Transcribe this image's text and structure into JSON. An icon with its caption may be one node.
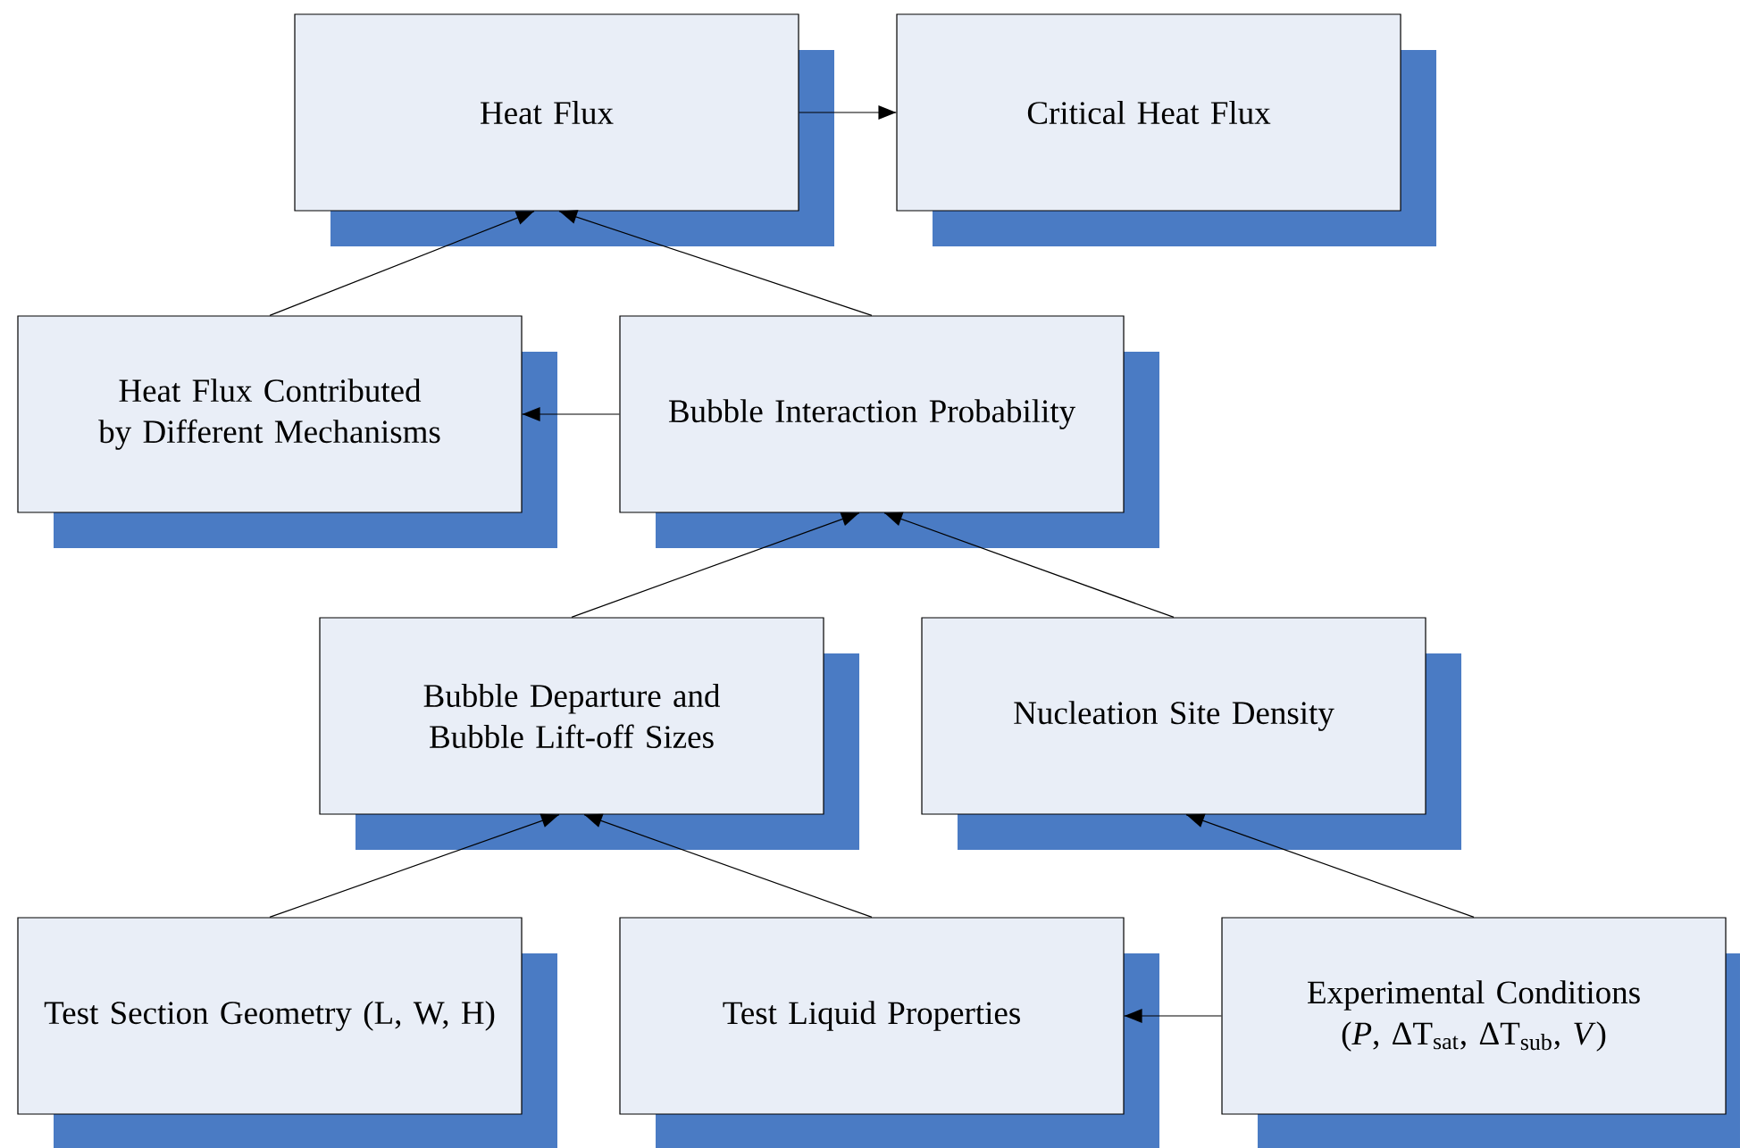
{
  "diagram": {
    "nodes": [
      {
        "text": [
          "Heat Flux"
        ]
      },
      {
        "text": [
          "Critical Heat Flux"
        ]
      },
      {
        "text": [
          "Heat Flux Contributed by Different Mechanisms"
        ]
      },
      {
        "text": [
          "Bubble Interaction Probability"
        ]
      },
      {
        "text": [
          "Bubble Departure and Bubble Lift-off Sizes"
        ]
      },
      {
        "text": [
          "Nucleation Site Density"
        ]
      },
      {
        "text": [
          "Test Section Geometry (L, W, H)"
        ]
      },
      {
        "text": [
          "Test Liquid Properties"
        ]
      },
      {
        "text": [
          "Experimental Conditions (*P*, ΔT$_{sat}$, ΔT$_{sub}$, *V*)"
        ]
      }
    ],
    "edges": [
      {
        "from": 0,
        "to": 1,
        "arrow": "to"
      },
      {
        "from": 2,
        "to": 0,
        "arrow": "to"
      },
      {
        "from": 3,
        "to": 0,
        "arrow": "to"
      },
      {
        "from": 3,
        "to": 2,
        "arrow": "to"
      },
      {
        "from": 4,
        "to": 3,
        "arrow": "to"
      },
      {
        "from": 5,
        "to": 3,
        "arrow": "to"
      },
      {
        "from": 6,
        "to": 4,
        "arrow": "to"
      },
      {
        "from": 7,
        "to": 4,
        "arrow": "to"
      },
      {
        "from": 8,
        "to": 7,
        "arrow": "to"
      },
      {
        "from": 8,
        "to": 5,
        "arrow": "to"
      }
    ]
  }
}
